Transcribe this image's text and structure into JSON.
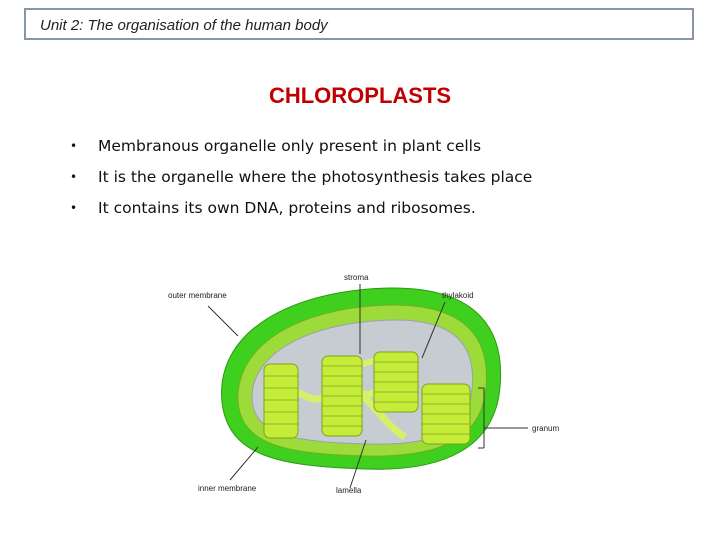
{
  "header": {
    "text": "Unit 2: The organisation of the human body"
  },
  "title": "CHLOROPLASTS",
  "bullets": [
    {
      "text": "Membranous organelle only present in plant cells"
    },
    {
      "text": "It is the organelle where the photosynthesis takes place"
    },
    {
      "text": "It contains its own DNA, proteins and ribosomes."
    }
  ],
  "diagram": {
    "labels": {
      "stroma": "stroma",
      "thylakoid": "thylakoid",
      "outer_membrane": "outer membrane",
      "inner_membrane": "inner membrane",
      "lamella": "lamella",
      "granum": "granum"
    },
    "colors": {
      "outer": "#3fcf1f",
      "inner": "#9ddb3a",
      "stroma": "#c7ccd3",
      "granum": "#c6ec3a",
      "lamella": "#d7f06a"
    }
  }
}
